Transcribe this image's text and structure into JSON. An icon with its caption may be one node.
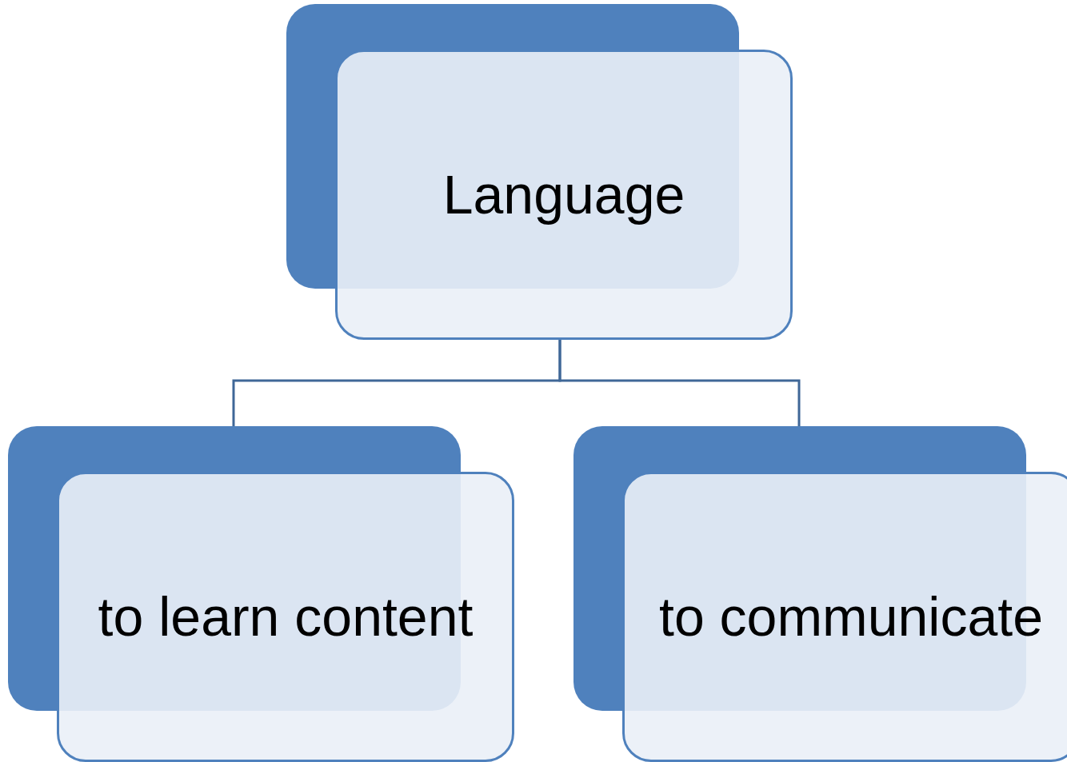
{
  "diagram": {
    "nodes": [
      {
        "text": [
          "Language"
        ]
      },
      {
        "text": [
          "to learn content"
        ]
      },
      {
        "text": [
          "to communicate"
        ]
      }
    ],
    "edges": [
      {
        "from": 0,
        "to": 1,
        "arrow": "none"
      },
      {
        "from": 0,
        "to": 2,
        "arrow": "none"
      }
    ]
  }
}
